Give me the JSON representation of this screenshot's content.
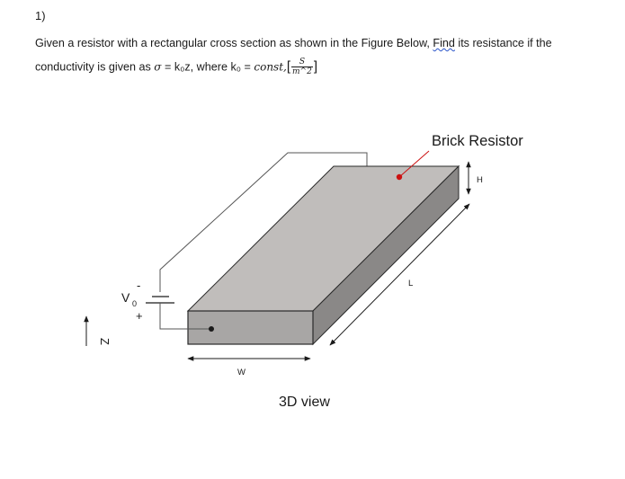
{
  "question": {
    "number": "1)",
    "line1_start": "Given a resistor with a rectangular cross section as shown in the Figure Below, ",
    "line1_find": "Find",
    "line1_end": " its resistance if the",
    "line2_start": "conductivity is given as ",
    "sigma_symbol": "σ",
    "equals": " = ",
    "k0z": "k₀z,",
    "where_text": " where k₀ = ",
    "const_text": "const,",
    "units_numerator": "S",
    "units_denominator": "m^2",
    "bracket_open": "[",
    "bracket_close": "]"
  },
  "figure": {
    "title": "Brick Resistor",
    "view_label": "3D view",
    "label_H": "H",
    "label_L": "L",
    "label_W": "W",
    "axis_label": "Z",
    "source_label": "V",
    "source_subscript": "0",
    "minus_sign": "-",
    "plus_sign": "+",
    "colors": {
      "top_face": "#c0bdbb",
      "front_face": "#a8a6a5",
      "side_face": "#8a8887",
      "edge": "#2a2a2a",
      "probe": "#cc1111",
      "wire": "#555555"
    }
  }
}
